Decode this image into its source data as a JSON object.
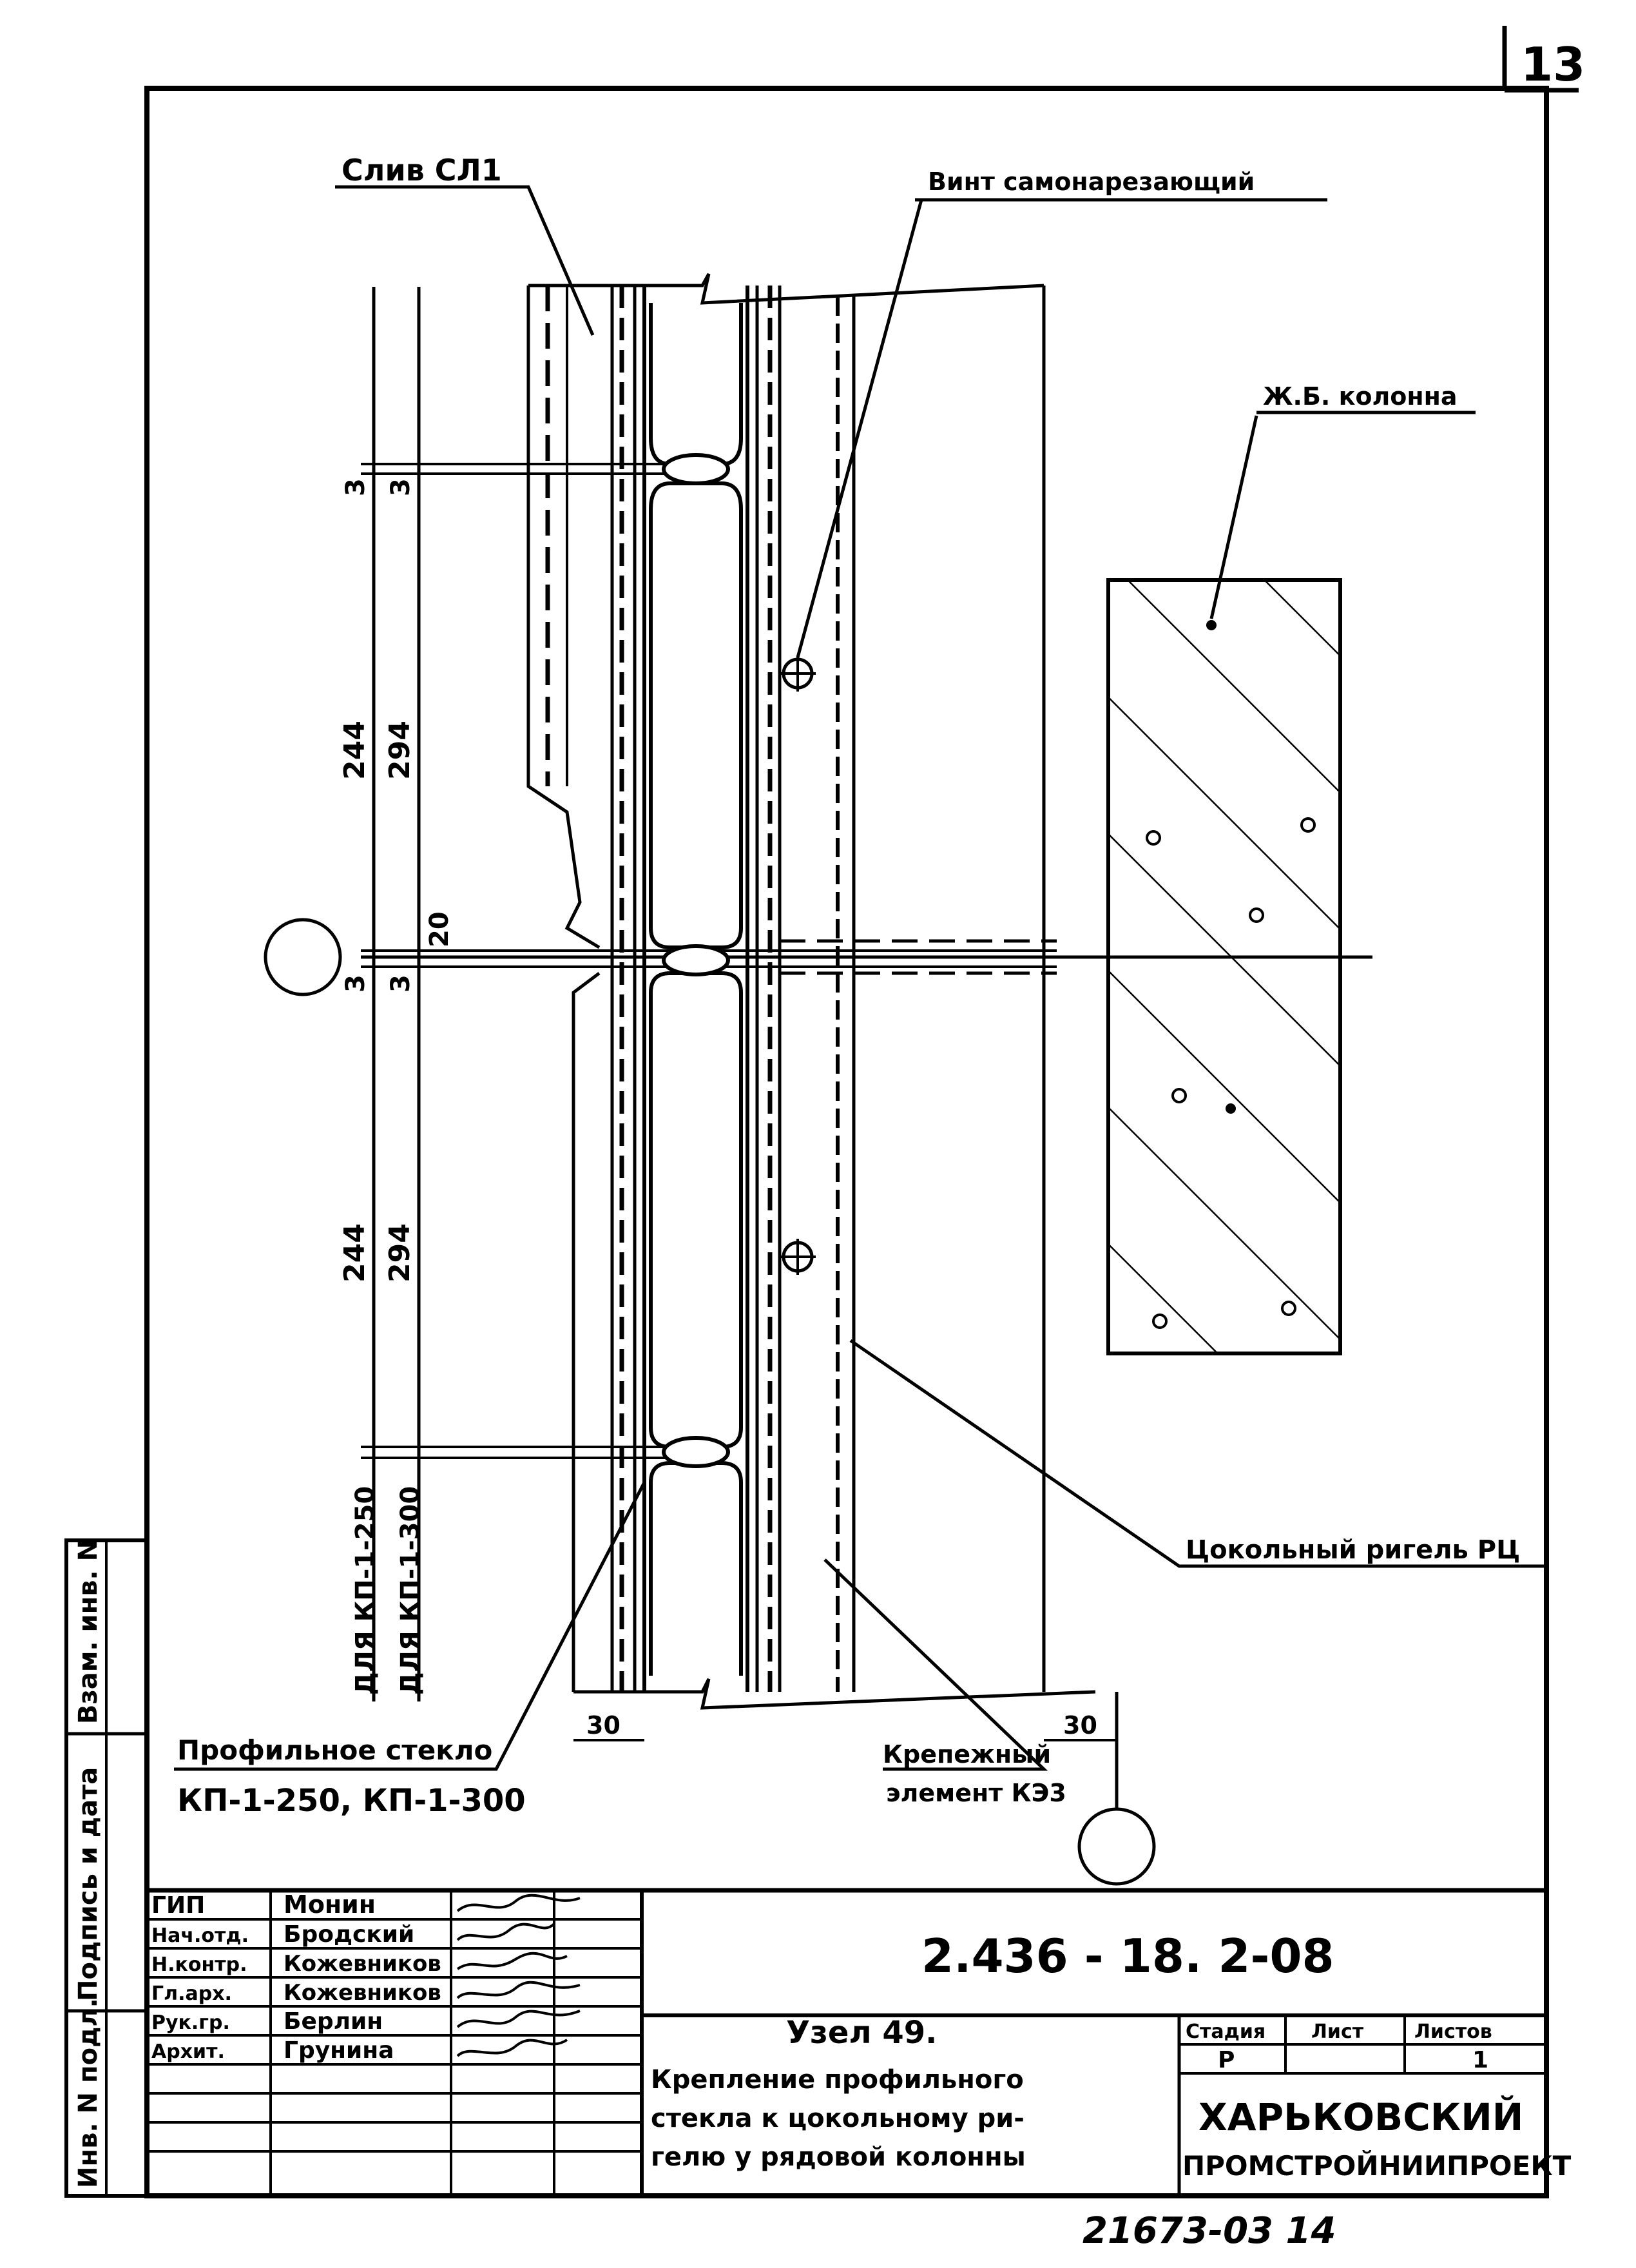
{
  "sheet": {
    "corner_number": "13",
    "bottom_number": "21673-03  14"
  },
  "labels": {
    "drip": "Слив СЛ1",
    "screw": "Винт самонарезающий",
    "column": "Ж.Б. колонна",
    "girder": "Цокольный ригель РЦ",
    "glass_line1": "Профильное стекло",
    "glass_line2": "КП-1-250, КП-1-300",
    "fastener_line1": "Крепежный",
    "fastener_line2": "элемент КЭ3"
  },
  "dimensions": {
    "d3": "3",
    "d244": "244",
    "d294": "294",
    "d20": "20",
    "d30": "30",
    "for_kp250": "ДЛЯ КП-1-250",
    "for_kp300": "ДЛЯ КП-1-300"
  },
  "side_stamp": {
    "inv_podl": "Инв. N подл.",
    "podpis_data": "Подпись и дата",
    "vzam_inv": "Взам. инв. N"
  },
  "title_block": {
    "roles": [
      {
        "role": "ГИП",
        "name": "Монин"
      },
      {
        "role": "Нач.отд.",
        "name": "Бродский"
      },
      {
        "role": "Н.контр.",
        "name": "Кожевников"
      },
      {
        "role": "Гл.арх.",
        "name": "Кожевников"
      },
      {
        "role": "Рук.гр.",
        "name": "Берлин"
      },
      {
        "role": "Архит.",
        "name": "Грунина"
      }
    ],
    "code": "2.436 - 18. 2-08",
    "node": "Узел 49.",
    "desc_lines": [
      "Крепление профильного",
      "стекла к цокольному ри-",
      "гелю у рядовой колонны"
    ],
    "stage_header": "Стадия",
    "sheet_header": "Лист",
    "sheets_header": "Листов",
    "stage_value": "Р",
    "sheet_value": "",
    "sheets_value": "1",
    "org_line1": "ХАРЬКОВСКИЙ",
    "org_line2": "ПРОМСТРОЙНИИПРОЕКТ"
  }
}
